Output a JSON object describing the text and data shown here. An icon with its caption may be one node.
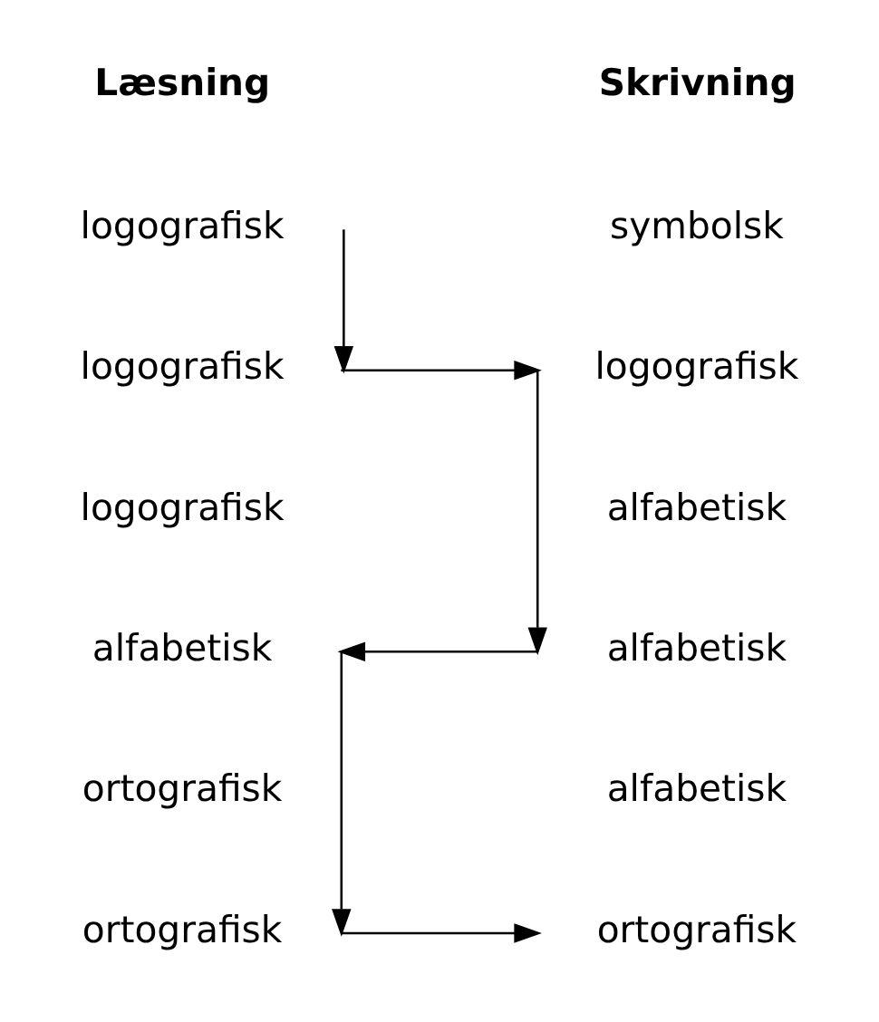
{
  "diagram": {
    "nodes": [
      {
        "text": [
          "logografisk"
        ]
      },
      {
        "text": [
          "logografisk"
        ]
      },
      {
        "text": [
          "logografisk"
        ]
      },
      {
        "text": [
          "alfabetisk"
        ]
      },
      {
        "text": [
          "alfabetisk"
        ]
      },
      {
        "text": [
          "ortografisk"
        ]
      },
      {
        "text": [
          "ortografisk"
        ]
      }
    ],
    "edges": [
      {
        "from": 0,
        "to": 1,
        "arrow": "to"
      },
      {
        "from": 1,
        "to": 2,
        "arrow": "to"
      },
      {
        "from": 2,
        "to": 4,
        "arrow": "to"
      },
      {
        "from": 4,
        "to": 3,
        "arrow": "to"
      },
      {
        "from": 3,
        "to": 5,
        "arrow": "to"
      },
      {
        "from": 5,
        "to": 6,
        "arrow": "to"
      }
    ],
    "labels": [
      "Læsning",
      "Skrivning",
      "symbolsk",
      "logografisk",
      "alfabetisk",
      "ortografisk",
      "alfabetisk"
    ]
  }
}
